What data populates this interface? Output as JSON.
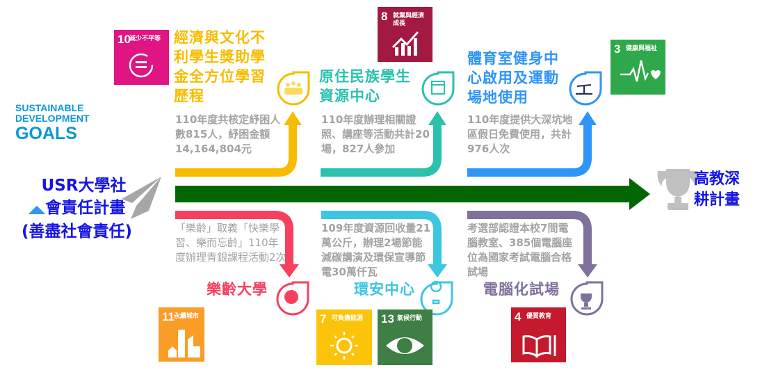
{
  "left": {
    "sdg_logo": [
      "SUSTAINABLE",
      "DEVELOPMENT",
      "GOALS"
    ],
    "title_lines": [
      "USR大學社",
      "會責任計畫",
      "(善盡社會責任)"
    ]
  },
  "goal": {
    "title_lines": [
      "高教深",
      "耕計畫"
    ]
  },
  "colors": {
    "yellow": "#f7bc00",
    "teal": "#2bc1ad",
    "blue": "#2f95f7",
    "pink": "#f7405f",
    "cyan": "#3cc6e0",
    "purple": "#7f719b",
    "main_arrow": "#036603"
  },
  "top": [
    {
      "title_lines": [
        "經濟與文化不",
        "利學生獎助學",
        "金全方位學習",
        "歷程"
      ],
      "desc": "110年度共核定紓困人數815人，紓困金額14,164,804元",
      "icon": "people-icon",
      "sdg": {
        "num": "10",
        "label": "減少不平等",
        "color": "#e01483",
        "icon": "equality-icon"
      }
    },
    {
      "title_lines": [
        "原住民族學生",
        "資源中心"
      ],
      "desc": "110年度辦理相關證照、講座等活動共計20場，827人參加",
      "icon": "calendar-icon",
      "sdg": {
        "num": "8",
        "label": "就業與經濟成長",
        "color": "#a21942",
        "icon": "growth-chart-icon"
      }
    },
    {
      "title_lines": [
        "體育室健身中",
        "心啟用及運動",
        "場地使用"
      ],
      "desc": "110年度提供大深坑地區假日免費使用，共計976人次",
      "icon": "gymnast-icon",
      "sdg": {
        "num": "3",
        "label": "健康與福祉",
        "color": "#2ea84a",
        "icon": "heartbeat-icon"
      }
    }
  ],
  "bottom": [
    {
      "title": "樂齡大學",
      "desc": "「樂齡」取義「快樂學習、樂而忘齡」110年度辦理青銀課程活動2次",
      "icon": "globe-icon",
      "sdgs": [
        {
          "num": "11",
          "label": "永續城市",
          "color": "#f99d26",
          "icon": "city-icon"
        }
      ]
    },
    {
      "title": "環安中心",
      "desc": "109年度資源回收量21萬公斤，辦理2場節能減碳講演及環保宣導節電30萬仟瓦",
      "icon": "lightbulb-icon",
      "sdgs": [
        {
          "num": "7",
          "label": "可負擔能源",
          "color": "#fcc30b",
          "icon": "sun-power-icon"
        },
        {
          "num": "13",
          "label": "氣候行動",
          "color": "#3f7e44",
          "icon": "eye-globe-icon"
        }
      ]
    },
    {
      "title": "電腦化試場",
      "desc": "考選部認證本校7間電腦教室、385個電腦座位為國家考試電腦合格試場",
      "icon": "trophy-icon",
      "sdgs": [
        {
          "num": "4",
          "label": "優質教育",
          "color": "#c5192d",
          "icon": "book-icon"
        }
      ]
    }
  ]
}
